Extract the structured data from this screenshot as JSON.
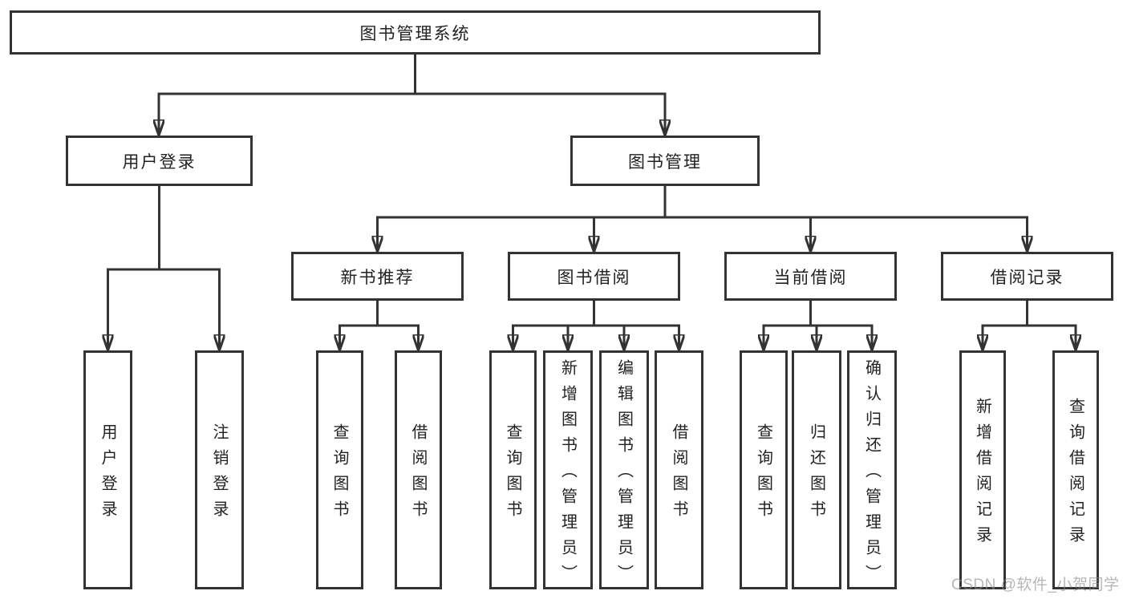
{
  "nodes": {
    "root": "图书管理系统",
    "user_login": "用户登录",
    "book_mgmt": "图书管理",
    "new_books": "新书推荐",
    "book_borrow": "图书借阅",
    "current_borrow": "当前借阅",
    "borrow_record": "借阅记录",
    "ul_login": "用户登录",
    "ul_logout": "注销登录",
    "nb_query": "查询图书",
    "nb_borrow": "借阅图书",
    "bb_query": "查询图书",
    "bb_add": "新增图书（管理员）",
    "bb_edit": "编辑图书（管理员）",
    "bb_borrow": "借阅图书",
    "cb_query": "查询图书",
    "cb_return": "归还图书",
    "cb_confirm": "确认归还（管理员）",
    "br_add": "新增借阅记录",
    "br_query": "查询借阅记录"
  },
  "watermark": "CSDN @软件_小贺同学",
  "colors": {
    "line": "#333333",
    "text": "#222222",
    "background": "#ffffff",
    "watermark": "#8a8a8a"
  }
}
